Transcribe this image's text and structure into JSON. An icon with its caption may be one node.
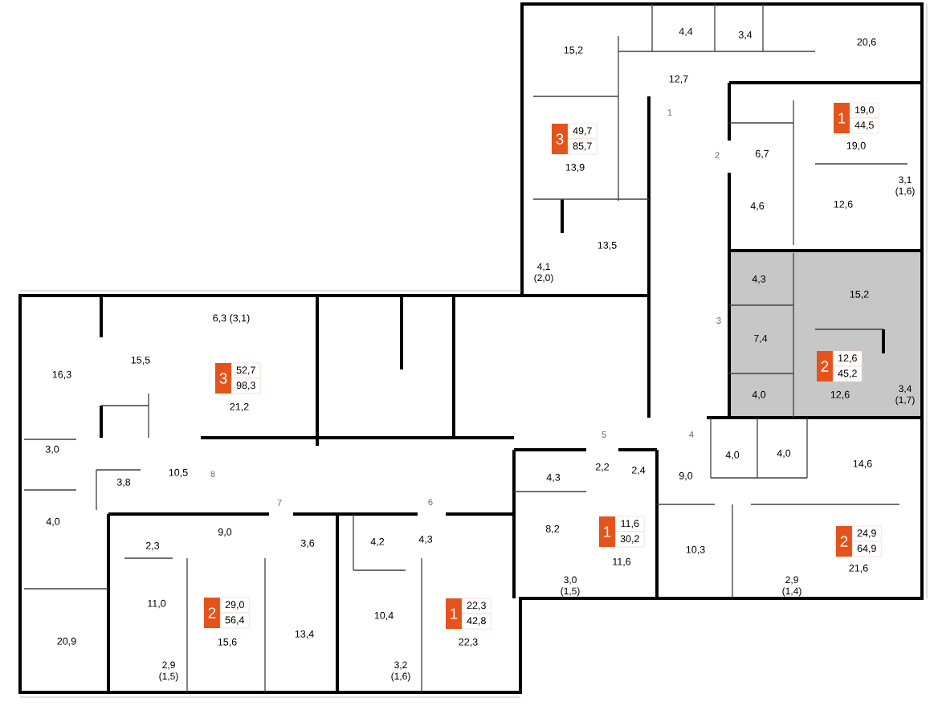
{
  "diagram": {
    "nodes": [
      {
        "text": [
          "3"
        ],
        "beside": [
          "49,7",
          "85,7"
        ]
      },
      {
        "text": [
          "1"
        ],
        "beside": [
          "19,0",
          "44,5"
        ]
      },
      {
        "text": [
          "3"
        ],
        "beside": [
          "52,7",
          "98,3"
        ]
      },
      {
        "text": [
          "2"
        ],
        "beside": [
          "12,6",
          "45,2"
        ]
      },
      {
        "text": [
          "2"
        ],
        "beside": [
          "29,0",
          "56,4"
        ]
      },
      {
        "text": [
          "1"
        ],
        "beside": [
          "22,3",
          "42,8"
        ]
      },
      {
        "text": [
          "1"
        ],
        "beside": [
          "11,6",
          "30,2"
        ]
      },
      {
        "text": [
          "2"
        ],
        "beside": [
          "24,9",
          "64,9"
        ]
      }
    ],
    "labels": [
      "4,4",
      "3,4",
      "20,6",
      "15,2",
      "12,7",
      "1",
      "19,0",
      "2",
      "6,7",
      "13,9",
      "3,1 (1,6)",
      "12,6",
      "4,6",
      "13,5",
      "4,1 (2,0)",
      "4,3",
      "15,2",
      "6,3 (3,1)",
      "3",
      "7,4",
      "15,5",
      "16,3",
      "3,4 (1,7)",
      "4,0",
      "12,6",
      "21,2",
      "5",
      "4",
      "3,0",
      "4,0",
      "4,0",
      "14,6",
      "2,2",
      "2,4",
      "10,5",
      "8",
      "9,0",
      "4,3",
      "3,8",
      "6",
      "7",
      "4,0",
      "8,2",
      "9,0",
      "4,3",
      "4,2",
      "3,6",
      "2,3",
      "10,3",
      "11,6",
      "21,6",
      "3,0 (1,5)",
      "2,9 (1,4)",
      "11,0",
      "10,4",
      "13,4",
      "22,3",
      "15,6",
      "20,9",
      "2,9 (1,5)",
      "3,2 (1,6)"
    ]
  }
}
